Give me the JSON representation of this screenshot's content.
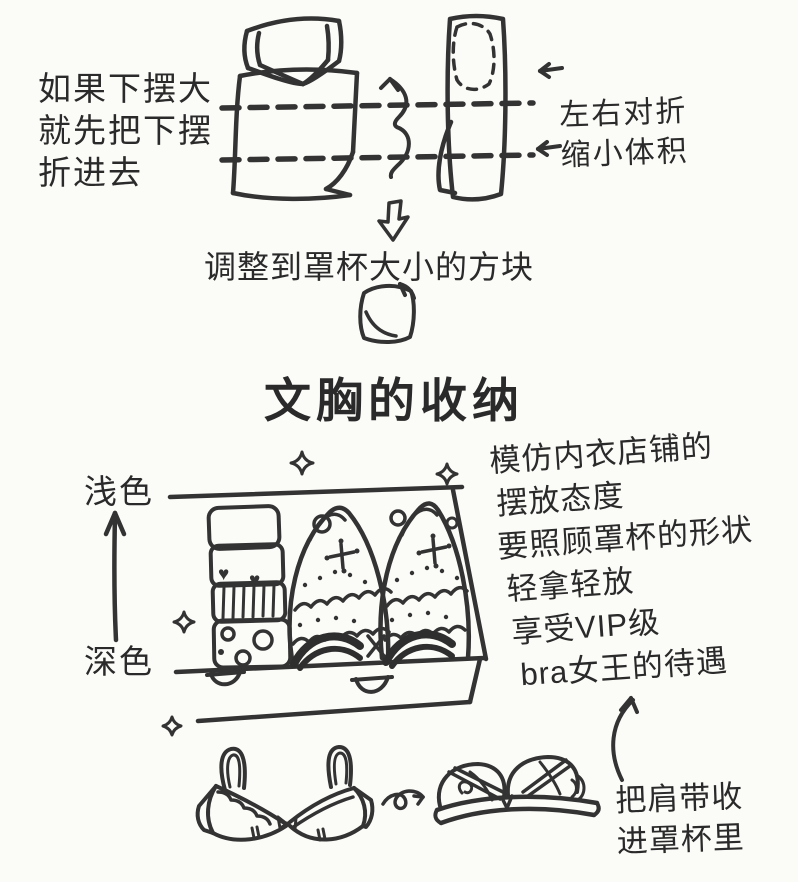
{
  "colors": {
    "ink": "#333333",
    "background": "#fbfbf8"
  },
  "fold_instructions": {
    "hem_note": [
      "如果下摆大",
      "就先把下摆",
      "折进去"
    ],
    "side_note": [
      "左右对折",
      "缩小体积"
    ],
    "result_caption": "调整到罩杯大小的方块"
  },
  "title": "文胸的收纳",
  "storage": {
    "light_label": "浅色",
    "dark_label": "深色",
    "tips": [
      "模仿内衣店铺的",
      "摆放态度",
      "要照顾罩杯的形状",
      "轻拿轻放",
      "享受VIP级",
      "bra女王的待遇"
    ],
    "strap_note": [
      "把肩带收",
      "进罩杯里"
    ]
  },
  "icons": {
    "hearts_pattern": "♥",
    "sparkles": "four-point-star"
  }
}
